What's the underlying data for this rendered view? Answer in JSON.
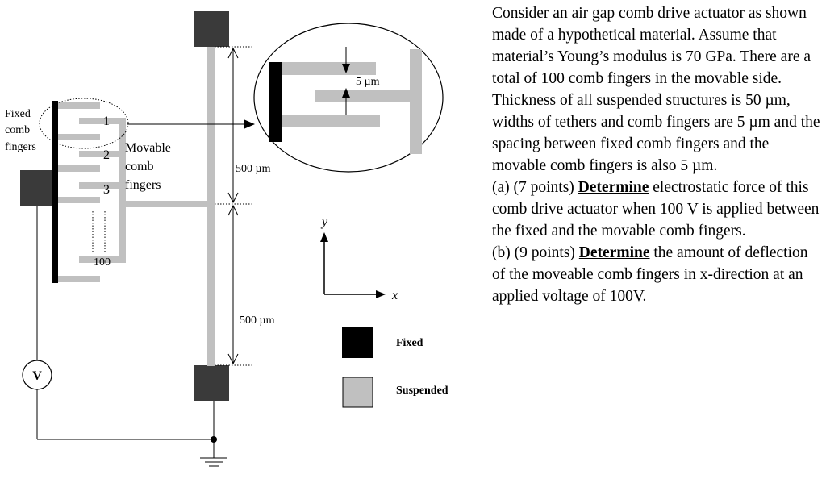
{
  "diagram": {
    "fixed_fingers_label": [
      "Fixed",
      "comb",
      "fingers"
    ],
    "movable_fingers_label": [
      "Movable",
      "comb",
      "fingers"
    ],
    "finger_numbers": [
      "1",
      "2",
      "3",
      "100"
    ],
    "dim_upper": "500 µm",
    "dim_lower": "500 µm",
    "gap_label": "5 µm",
    "voltmeter_label": "V",
    "axis_y": "y",
    "axis_x": "x",
    "legend": [
      {
        "label": "Fixed",
        "color": "#000000"
      },
      {
        "label": "Suspended",
        "color": "#c0c0c0"
      }
    ],
    "colors": {
      "anchor": "#3a3a3a",
      "suspended": "#c0c0c0",
      "fixed": "#000000"
    }
  },
  "problem": {
    "intro": "Consider an air gap comb drive actuator as shown made of a hypothetical material. Assume that material’s Young’s modulus is 70 GPa. There are a total of 100 comb fingers in the movable side. Thickness of all suspended structures is 50 µm, widths of tethers and comb fingers are 5 µm and the spacing between fixed comb fingers and the movable comb fingers is also 5 µm.",
    "part_a_prefix": "(a) (7 points) ",
    "part_a_keyword": "Determine",
    "part_a_rest": " electrostatic force of this comb drive actuator when 100 V is applied between the fixed and the movable comb fingers.",
    "part_b_prefix": "(b) (9 points) ",
    "part_b_keyword": "Determine",
    "part_b_rest": " the amount of deflection of the moveable comb fingers in x-direction at an applied voltage of 100V."
  }
}
